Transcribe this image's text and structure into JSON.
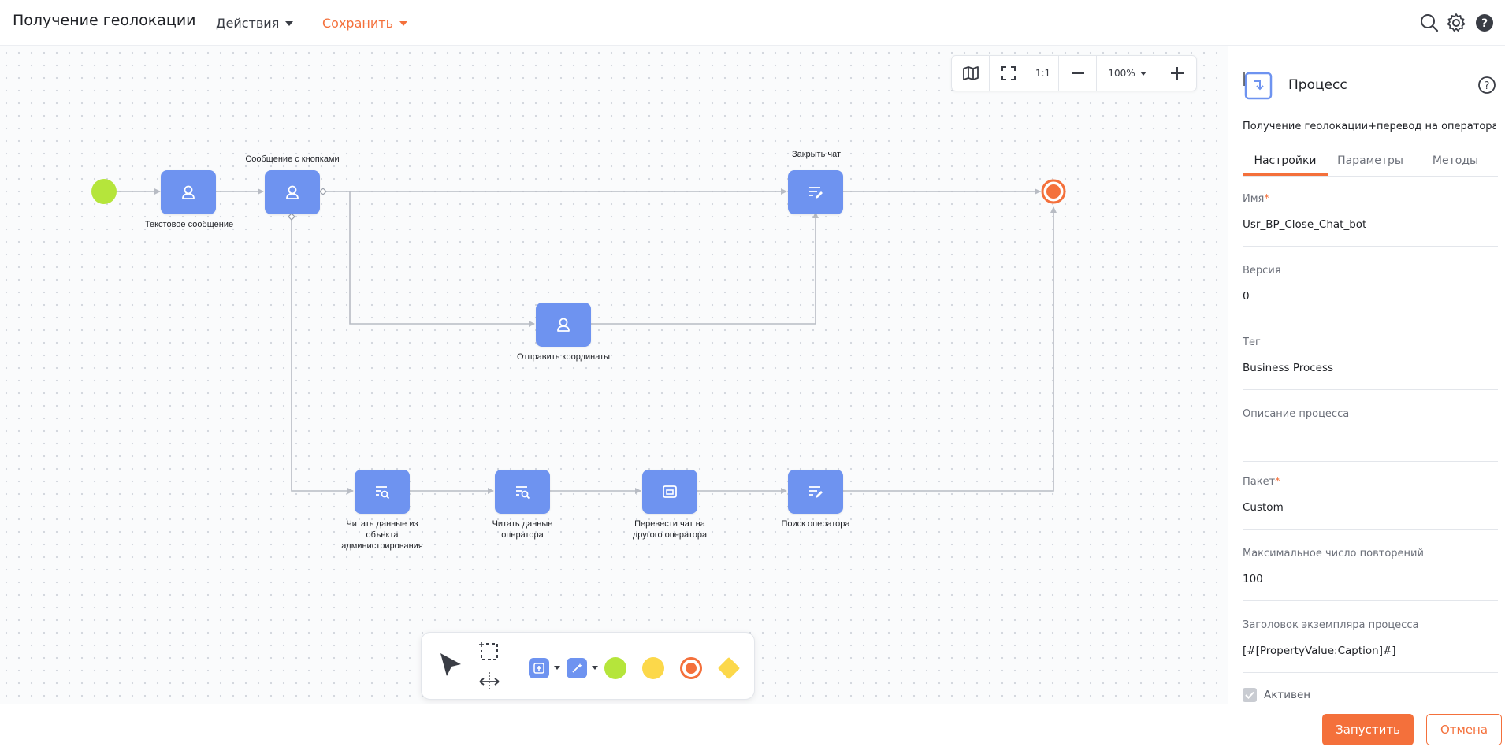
{
  "header": {
    "title": "Получение геолокации",
    "actions_label": "Действия",
    "save_label": "Сохранить"
  },
  "zoombar": {
    "ratio_label": "1:1",
    "zoom_value": "100%"
  },
  "diagram": {
    "nodes": {
      "text_message": "Текстовое сообщение",
      "buttons_message": "Сообщение с кнопками",
      "close_chat": "Закрыть чат",
      "send_coords": "Отправить координаты",
      "read_admin": [
        "Читать данные из",
        "объекта",
        "администрирования"
      ],
      "read_operator": [
        "Читать данные",
        "оператора"
      ],
      "transfer_chat": [
        "Перевести чат на",
        "другого оператора"
      ],
      "find_operator": "Поиск оператора"
    }
  },
  "panel": {
    "title": "Процесс",
    "process_caption": "Получение геолокации+перевод на оператора+...",
    "tabs": [
      "Настройки",
      "Параметры",
      "Методы"
    ],
    "fields": {
      "name": {
        "label": "Имя",
        "value": "Usr_BP_Close_Chat_bot"
      },
      "version": {
        "label": "Версия",
        "value": "0"
      },
      "tag": {
        "label": "Тег",
        "value": "Business Process"
      },
      "description": {
        "label": "Описание процесса",
        "value": ""
      },
      "package": {
        "label": "Пакет",
        "value": "Custom"
      },
      "max_retries": {
        "label": "Максимальное число повторений",
        "value": "100"
      },
      "instance_title": {
        "label": "Заголовок экземпляра процесса",
        "value": "[#[PropertyValue:Caption]#]"
      }
    },
    "active_label": "Активен",
    "required_mark": "*"
  },
  "footer": {
    "run_label": "Запустить",
    "cancel_label": "Отмена"
  },
  "colors": {
    "accent": "#f4703b",
    "node": "#6e93f0",
    "start": "#b5e53b",
    "intermediate": "#fcd84a",
    "end": "#f4703b",
    "gateway": "#fcd84a"
  }
}
